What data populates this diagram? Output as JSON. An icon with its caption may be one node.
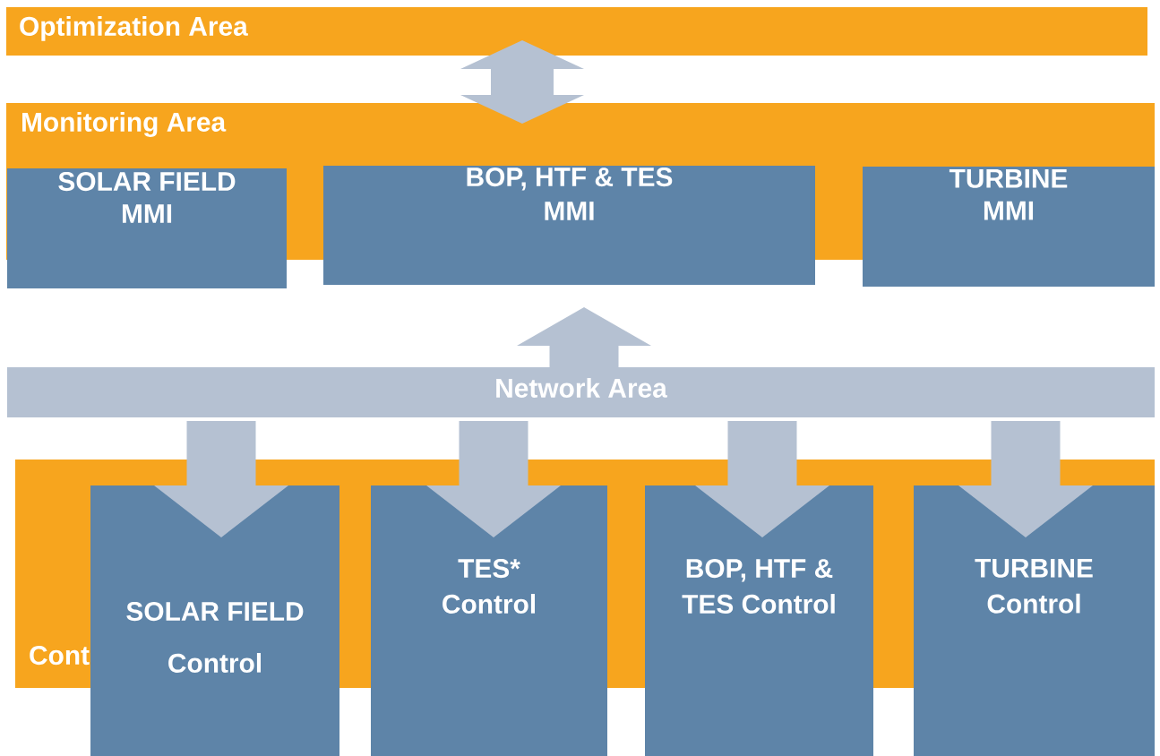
{
  "diagram": {
    "nodes": [
      {
        "text": [
          "Optimization Area"
        ]
      },
      {
        "text": [
          "Monitoring Area"
        ]
      },
      {
        "text": [
          "SOLAR FIELD MMI"
        ]
      },
      {
        "text": [
          "BOP, HTF & TES MMI"
        ]
      },
      {
        "text": [
          "TURBINE MMI"
        ]
      },
      {
        "text": [
          "Network Area"
        ]
      },
      {
        "text": [
          "Cont"
        ]
      },
      {
        "text": [
          "SOLAR FIELD Control"
        ]
      },
      {
        "text": [
          "TES* Control"
        ]
      },
      {
        "text": [
          "BOP, HTF & TES Control"
        ]
      },
      {
        "text": [
          "TURBINE Control"
        ]
      }
    ],
    "edges": [
      {
        "from": 0,
        "to": 1,
        "arrow": "both"
      },
      {
        "from": 5,
        "to": 3,
        "arrow": "to"
      },
      {
        "from": 5,
        "to": 7,
        "arrow": "to"
      },
      {
        "from": 5,
        "to": 8,
        "arrow": "to"
      },
      {
        "from": 5,
        "to": 9,
        "arrow": "to"
      },
      {
        "from": 5,
        "to": 10,
        "arrow": "to"
      }
    ]
  }
}
